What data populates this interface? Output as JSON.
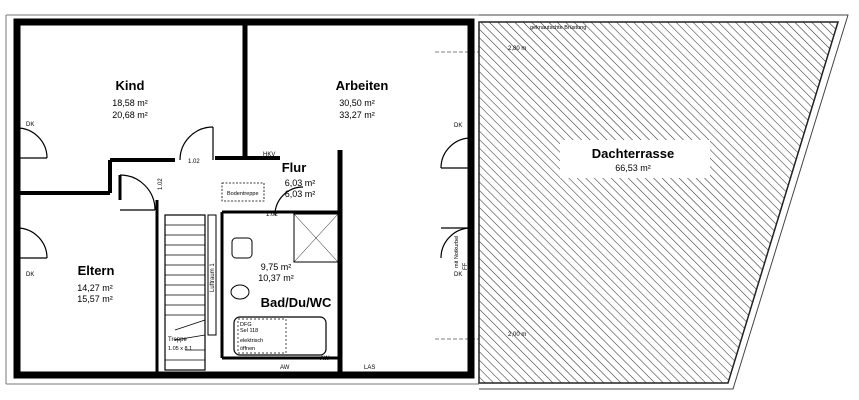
{
  "rooms": {
    "kind": {
      "name": "Kind",
      "area1": "18,58 m²",
      "area2": "20,68 m²"
    },
    "arbeiten": {
      "name": "Arbeiten",
      "area1": "30,50 m²",
      "area2": "33,27 m²"
    },
    "flur": {
      "name": "Flur",
      "area1": "6,03 m²",
      "area2": "6,03 m²"
    },
    "eltern": {
      "name": "Eltern",
      "area1": "14,27 m²",
      "area2": "15,57 m²"
    },
    "bad": {
      "name": "Bad/Du/WC",
      "area1": "9,75 m²",
      "area2": "10,37 m²"
    },
    "terrasse": {
      "name": "Dachterrasse",
      "area1": "66,53 m²"
    }
  },
  "labels": {
    "dk_kind": "DK",
    "dk_eltern": "DK",
    "dk_arbeiten": "DK",
    "dk_arbeiten2": "DK",
    "door_kind": "1.02",
    "door_kind2": "1.02",
    "door_flur": "1.02",
    "hkv": "HKV",
    "bodentreppe": "Bodentreppe",
    "luftraum": "Luftraum 1",
    "treppe": "Treppe",
    "treppe_size": "1.05 x 8.1",
    "ff": "FF",
    "notkurbel": "mit Notkurbel",
    "aw1": "AW",
    "aw2": "AW",
    "las": "LAS",
    "dim_top": "2,80 m",
    "dim_bottom": "2,00 m",
    "gebaeude": "geknautschte Brüstung",
    "bath_note1": "DFG",
    "bath_note2": "Sel 118",
    "bath_note3": "elektrisch",
    "bath_note4": "öffnen"
  },
  "colors": {
    "wall": "#000000",
    "hatch": "#222222",
    "thin": "#555555"
  }
}
